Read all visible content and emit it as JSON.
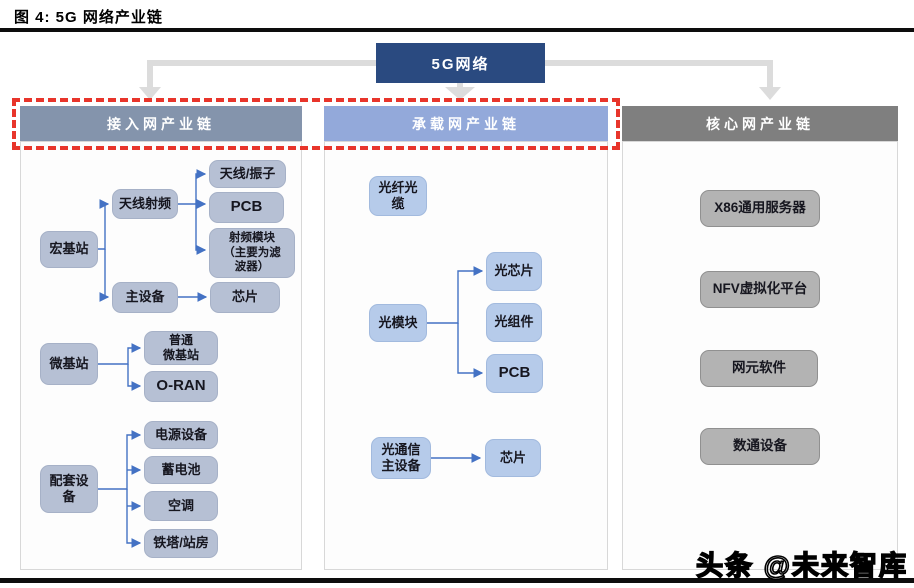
{
  "figure": {
    "title": "图 4: 5G 网络产业链"
  },
  "root": {
    "label": "5G网络"
  },
  "access": {
    "header": "接入网产业链",
    "nodes": {
      "macro_bs": "宏基站",
      "antenna_rf": "天线射频",
      "antenna_vibrator": "天线/振子",
      "pcb": "PCB",
      "rf_module": "射频模块\n（主要为滤\n波器）",
      "main_equipment": "主设备",
      "chip": "芯片",
      "micro_bs": "微基站",
      "ordinary_micro_bs": "普通\n微基站",
      "oran": "O-RAN",
      "supporting_equipment": "配套设\n备",
      "power_equipment": "电源设备",
      "battery": "蓄电池",
      "air_conditioner": "空调",
      "tower_station": "铁塔/站房"
    }
  },
  "bearer": {
    "header": "承载网产业链",
    "nodes": {
      "fiber_cable": "光纤光\n缆",
      "optical_module": "光模块",
      "optical_chip": "光芯片",
      "optical_component": "光组件",
      "pcb": "PCB",
      "optical_main_equipment": "光通信\n主设备",
      "chip": "芯片"
    }
  },
  "core": {
    "header": "核心网产业链",
    "nodes": {
      "x86_server": "X86通用服务器",
      "nfv_platform": "NFV虚拟化平台",
      "network_element_software": "网元软件",
      "datacom_equipment": "数通设备"
    }
  },
  "watermark": "头条 @未来智库",
  "colors": {
    "root_box": "#2a4a80",
    "access_header": "#8494ac",
    "bearer_header": "#93a9da",
    "core_header": "#7f7f7f",
    "access_node": "#b6c0d4",
    "bearer_node": "#b6cbea",
    "core_node": "#b3b3b3",
    "connector_blue": "#4472c4",
    "highlight_red": "#e8352b",
    "block_arrow_gray": "#dcdcdc"
  }
}
